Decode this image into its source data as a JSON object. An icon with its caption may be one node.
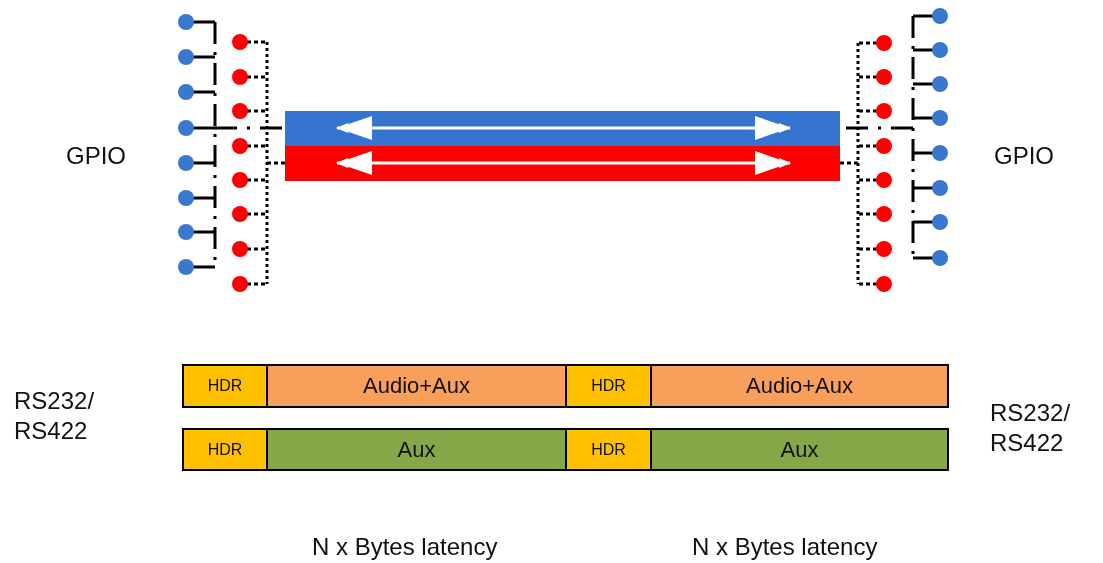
{
  "diagram": {
    "nodes": [
      {
        "text": [
          "HDR"
        ]
      },
      {
        "text": [
          "Audio+Aux"
        ]
      },
      {
        "text": [
          "HDR"
        ]
      },
      {
        "text": [
          "Audio+Aux"
        ]
      },
      {
        "text": [
          "HDR"
        ]
      },
      {
        "text": [
          "Aux"
        ]
      },
      {
        "text": [
          "HDR"
        ]
      },
      {
        "text": [
          "Aux"
        ]
      }
    ],
    "labels": [
      "GPIO",
      "GPIO",
      "RS232/ RS422",
      "RS232/ RS422",
      "N x Bytes latency",
      "N x Bytes latency"
    ]
  }
}
